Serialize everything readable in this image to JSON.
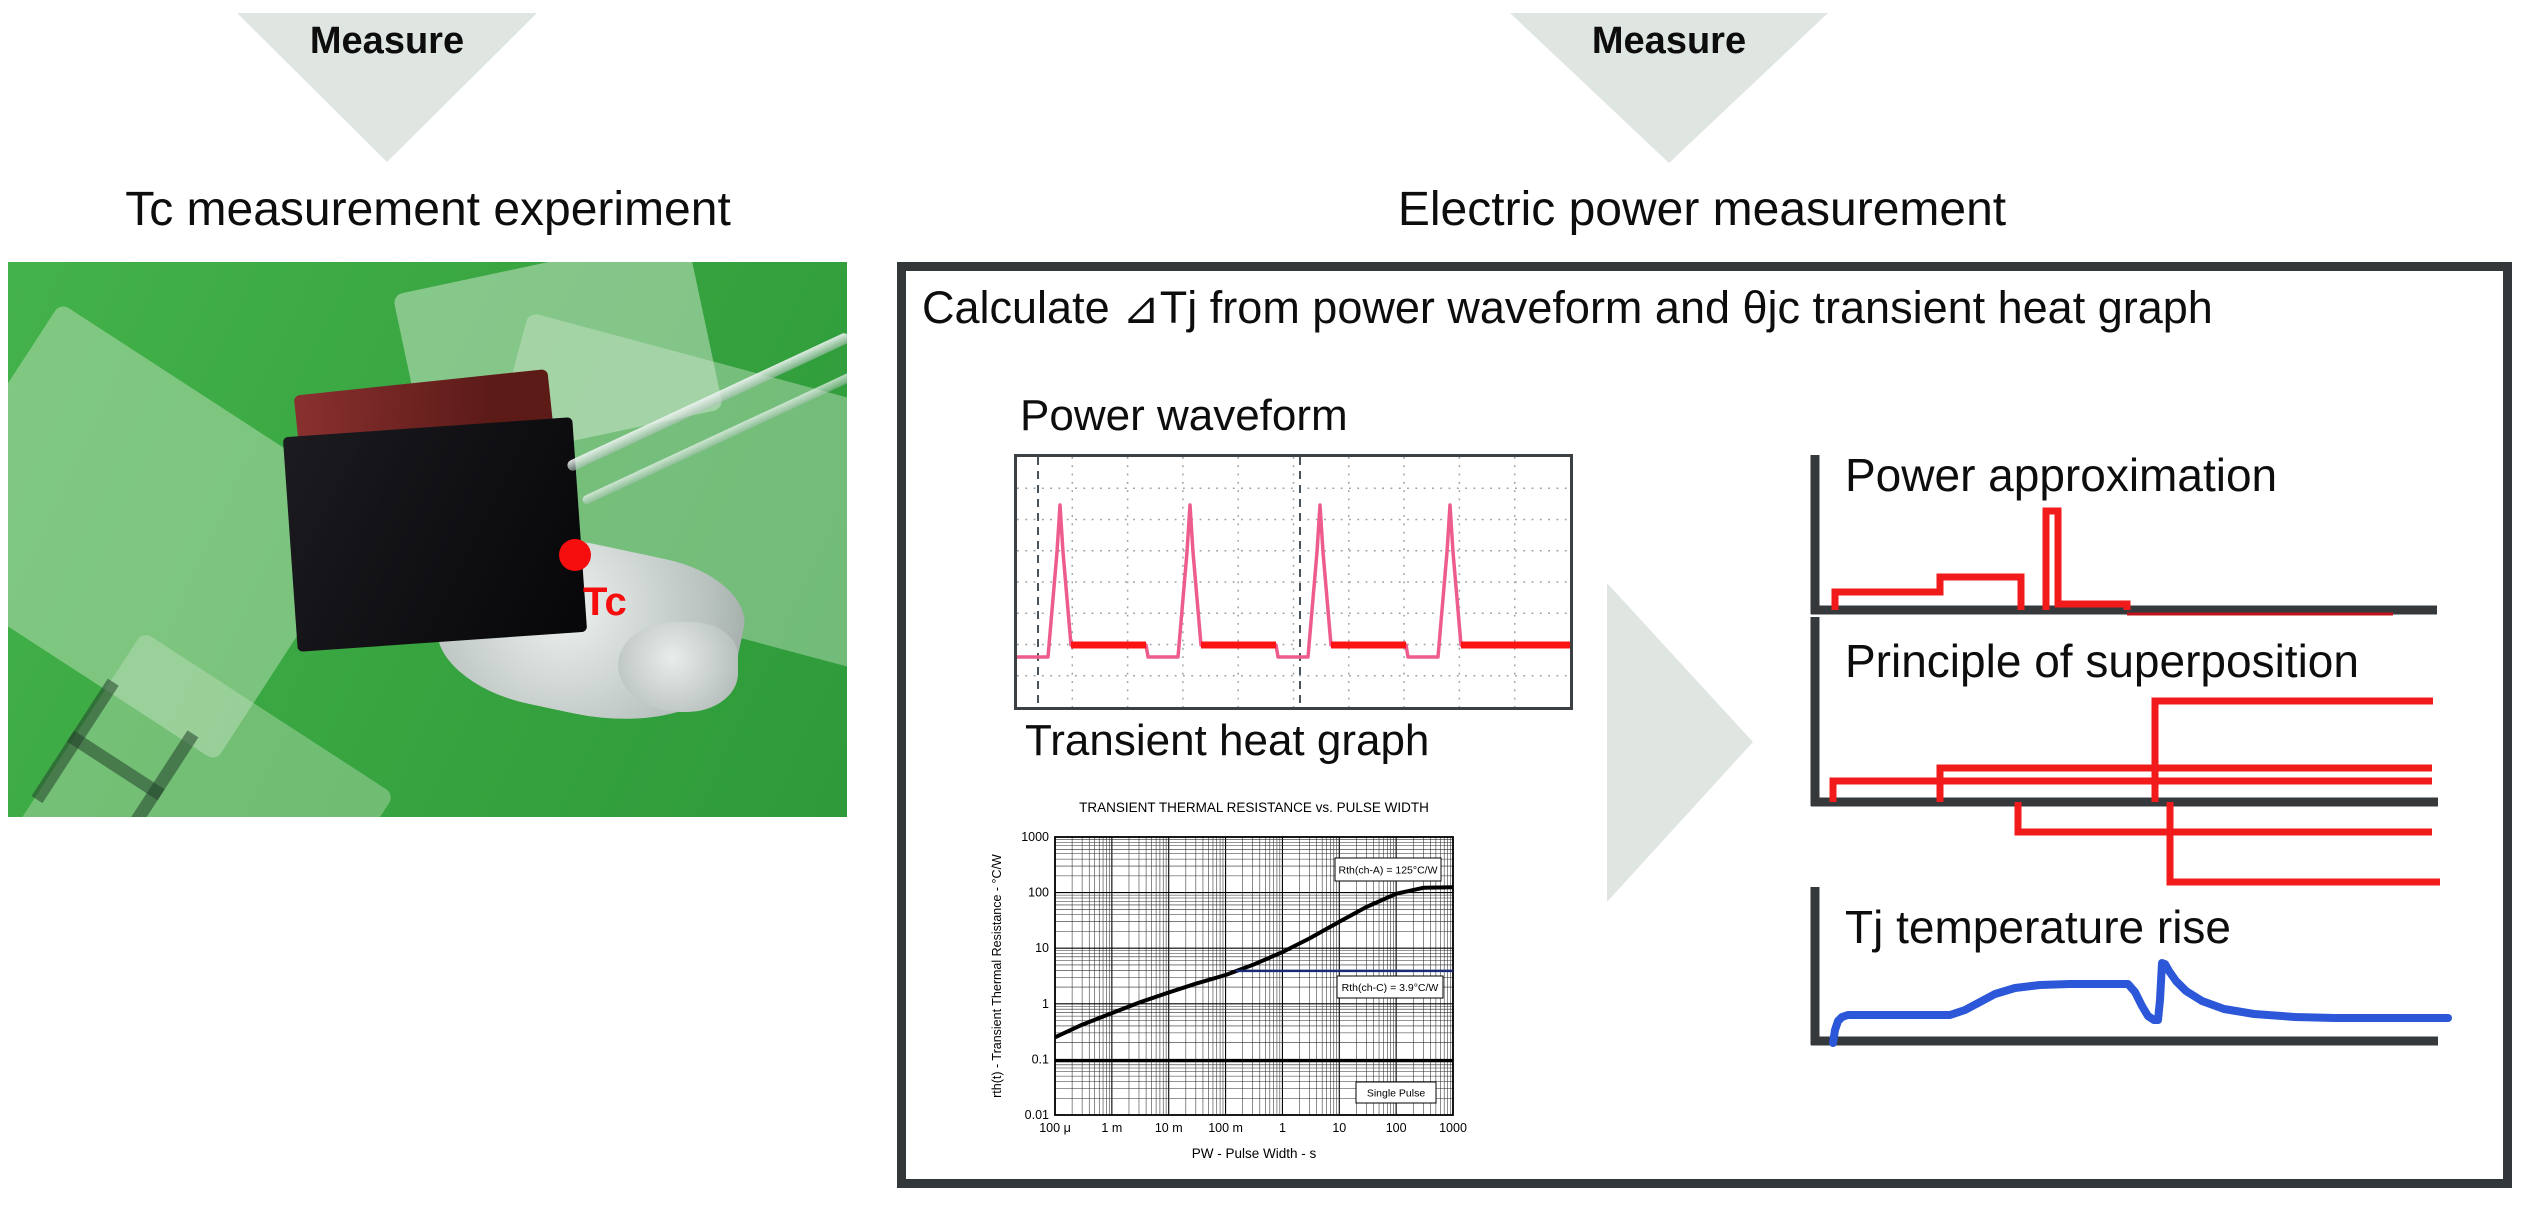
{
  "flow": {
    "measure_left": "Measure",
    "measure_right": "Measure",
    "left_title": "Tc measurement experiment",
    "right_title": "Electric power measurement"
  },
  "photo": {
    "tc_label": "Tc"
  },
  "box": {
    "header": "Calculate ⊿Tj from power waveform and θjc transient heat graph",
    "power_waveform_label": "Power waveform",
    "transient_heat_label": "Transient heat graph"
  },
  "panels": {
    "approx_title": "Power approximation",
    "superpos_title": "Principle of superposition",
    "tj_title": "Tj temperature rise"
  },
  "colors": {
    "red": "#f21b1b",
    "darkred": "#c1121c",
    "blue": "#2b57d8",
    "axis_dark": "#35393c",
    "triangle_gray": "#dfe5e0",
    "waveform_pink": "#ee5c8d",
    "waveform_red": "#fb1411",
    "navy": "#1b2a77",
    "grid_gray": "#98a0a8",
    "trigger_gray": "#4a545c"
  },
  "chart_data": [
    {
      "id": "power_waveform",
      "type": "line",
      "title": "Power waveform (oscilloscope capture, 4 periodic power pulses)",
      "size": [
        553,
        250
      ],
      "grid": {
        "cols": 10,
        "rows": 8,
        "on": true
      },
      "trigger_x": [
        21,
        283
      ],
      "trace": [
        [
          0,
          200
        ],
        [
          31,
          200
        ],
        [
          40,
          95
        ],
        [
          43,
          48
        ],
        [
          46,
          95
        ],
        [
          54,
          188
        ],
        [
          129,
          188
        ],
        [
          131,
          200
        ],
        [
          161,
          200
        ],
        [
          170,
          95
        ],
        [
          173,
          48
        ],
        [
          176,
          95
        ],
        [
          184,
          188
        ],
        [
          259,
          188
        ],
        [
          261,
          200
        ],
        [
          291,
          200
        ],
        [
          300,
          95
        ],
        [
          303,
          48
        ],
        [
          306,
          95
        ],
        [
          314,
          188
        ],
        [
          389,
          188
        ],
        [
          391,
          200
        ],
        [
          421,
          200
        ],
        [
          430,
          95
        ],
        [
          433,
          48
        ],
        [
          436,
          95
        ],
        [
          444,
          188
        ],
        [
          553,
          188
        ]
      ],
      "thick_y": 188,
      "thick_segments": [
        [
          54,
          129
        ],
        [
          184,
          259
        ],
        [
          314,
          389
        ],
        [
          444,
          553
        ]
      ]
    },
    {
      "id": "transient_thermal",
      "type": "line",
      "title": "TRANSIENT THERMAL RESISTANCE vs. PULSE WIDTH",
      "xlabel": "PW - Pulse Width - s",
      "ylabel": "rth(t) - Transient Thermal Resistance - °C/W",
      "xticks": [
        "100 μ",
        "1 m",
        "10 m",
        "100 m",
        "1",
        "10",
        "100",
        "1000"
      ],
      "yticks": [
        "1000",
        "100",
        "10",
        "1",
        "0.1",
        "0.01"
      ],
      "xlog_range": [
        -4,
        3
      ],
      "ylog_range": [
        -2,
        3
      ],
      "grid": "log-log dense",
      "series": [
        {
          "name": "Rth(ch-A)",
          "color": "#000000",
          "width": 4,
          "points": [
            [
              0.0001,
              0.25
            ],
            [
              0.0003,
              0.42
            ],
            [
              0.001,
              0.68
            ],
            [
              0.003,
              1.05
            ],
            [
              0.01,
              1.6
            ],
            [
              0.03,
              2.3
            ],
            [
              0.1,
              3.3
            ],
            [
              0.3,
              5.0
            ],
            [
              1,
              8.5
            ],
            [
              3,
              15
            ],
            [
              10,
              30
            ],
            [
              30,
              55
            ],
            [
              100,
              95
            ],
            [
              300,
              122
            ],
            [
              1000,
              125
            ]
          ]
        },
        {
          "name": "Rth(ch-C)",
          "color": "#1b2a77",
          "width": 2.5,
          "points": [
            [
              0.15,
              3.9
            ],
            [
              1000,
              3.9
            ]
          ]
        },
        {
          "name": "single-pulse-floor",
          "color": "#000000",
          "width": 3,
          "points": [
            [
              0.0001,
              0.095
            ],
            [
              1000,
              0.095
            ]
          ]
        }
      ],
      "labels": {
        "rth_cha": "Rth(ch-A) = 125°C/W",
        "rth_chc": "Rth(ch-C) = 3.9°C/W",
        "single_pulse": "Single Pulse"
      }
    },
    {
      "id": "power_approximation",
      "type": "schematic",
      "size": [
        660,
        185
      ],
      "axis": {
        "v": [
          [
            25,
            15
          ],
          [
            25,
            174
          ]
        ],
        "h": [
          [
            21,
            170
          ],
          [
            647,
            170
          ]
        ]
      },
      "paths": [
        {
          "color": "red",
          "width": 7,
          "points": [
            [
              45,
              170
            ],
            [
              45,
              152
            ],
            [
              150,
              152
            ],
            [
              150,
              137
            ],
            [
              231,
              137
            ],
            [
              231,
              170
            ]
          ]
        },
        {
          "color": "red",
          "width": 7,
          "points": [
            [
              256,
              170
            ],
            [
              256,
              71
            ],
            [
              268,
              71
            ],
            [
              268,
              164
            ],
            [
              337,
              164
            ],
            [
              337,
              170
            ]
          ]
        },
        {
          "color": "darkred",
          "width": 3,
          "points": [
            [
              337,
              174
            ],
            [
              603,
              174
            ]
          ]
        }
      ]
    },
    {
      "id": "superposition",
      "type": "schematic",
      "size": [
        660,
        290
      ],
      "axis": {
        "v": [
          [
            25,
            7
          ],
          [
            25,
            196
          ]
        ],
        "h": [
          [
            21,
            192
          ],
          [
            648,
            192
          ]
        ]
      },
      "paths": [
        {
          "color": "red",
          "width": 7,
          "points": [
            [
              43,
              192
            ],
            [
              43,
              171
            ],
            [
              642,
              171
            ]
          ]
        },
        {
          "color": "red",
          "width": 7,
          "points": [
            [
              150,
              192
            ],
            [
              150,
              158
            ],
            [
              642,
              158
            ]
          ]
        },
        {
          "color": "red",
          "width": 7,
          "points": [
            [
              365,
              192
            ],
            [
              365,
              91
            ],
            [
              643,
              91
            ]
          ]
        },
        {
          "color": "red",
          "width": 7,
          "points": [
            [
              228,
              192
            ],
            [
              228,
              222
            ],
            [
              642,
              222
            ]
          ]
        },
        {
          "color": "red",
          "width": 7,
          "points": [
            [
              380,
              192
            ],
            [
              380,
              272
            ],
            [
              650,
              272
            ]
          ]
        }
      ]
    },
    {
      "id": "tj_temperature_rise",
      "type": "schematic",
      "size": [
        670,
        180
      ],
      "axis": {
        "v": [
          [
            25,
            7
          ],
          [
            25,
            165
          ]
        ],
        "h": [
          [
            21,
            161
          ],
          [
            648,
            161
          ]
        ]
      },
      "paths": [
        {
          "color": "blue",
          "width": 8,
          "smooth": true,
          "points": [
            [
              43,
              163
            ],
            [
              45,
              150
            ],
            [
              48,
              141
            ],
            [
              52,
              137
            ],
            [
              58,
              135
            ],
            [
              160,
              135
            ],
            [
              175,
              130
            ],
            [
              190,
              122
            ],
            [
              205,
              114
            ],
            [
              225,
              108
            ],
            [
              250,
              105
            ],
            [
              280,
              104
            ],
            [
              338,
              104
            ],
            [
              345,
              112
            ],
            [
              352,
              126
            ],
            [
              358,
              136
            ],
            [
              364,
              140
            ],
            [
              368,
              140
            ],
            [
              370,
              120
            ],
            [
              372,
              83
            ],
            [
              375,
              84
            ],
            [
              379,
              91
            ],
            [
              386,
              101
            ],
            [
              396,
              111
            ],
            [
              412,
              121
            ],
            [
              434,
              129
            ],
            [
              464,
              134
            ],
            [
              505,
              137
            ],
            [
              545,
              138
            ],
            [
              658,
              138
            ]
          ]
        }
      ]
    }
  ]
}
